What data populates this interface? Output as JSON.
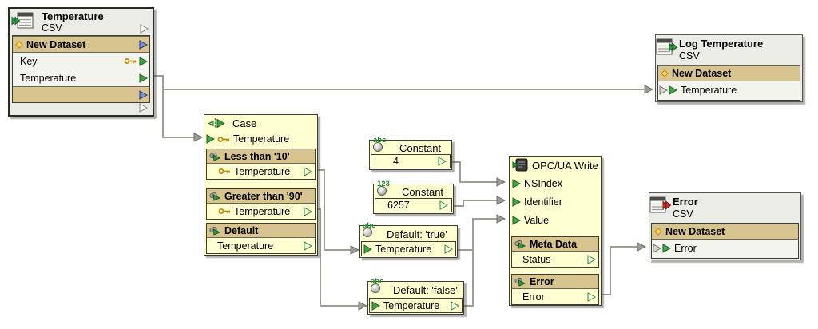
{
  "colors": {
    "canvas_bg": "#ffffff",
    "node_gray_bg": "#ecece7",
    "node_yellow_bg": "#ffffd2",
    "accent_tan": "#d8c48e",
    "port_green": "#44a344",
    "port_blue": "#7b93cf",
    "key_gold": "#c08a10",
    "error_red": "#d63026",
    "wire_gray": "#9d9d96"
  },
  "icons": {
    "string_constant_label": "abc",
    "number_constant_label": "123"
  },
  "nodes": {
    "temperature": {
      "title": "Temperature",
      "subtitle": "CSV",
      "dataset": "New Dataset",
      "key_row": "Key",
      "value_row": "Temperature"
    },
    "log_temperature": {
      "title": "Log Temperature",
      "subtitle": "CSV",
      "dataset": "New Dataset",
      "input_row": "Temperature"
    },
    "error_log": {
      "title": "Error",
      "subtitle": "CSV",
      "dataset": "New Dataset",
      "input_row": "Error"
    },
    "case": {
      "title": "Case",
      "input_row": "Temperature",
      "branches": [
        {
          "header": "Less than '10'",
          "row": "Temperature"
        },
        {
          "header": "Greater than '90'",
          "row": "Temperature"
        },
        {
          "header": "Default",
          "row": "Temperature"
        }
      ]
    },
    "constant_string": {
      "title": "Constant",
      "value": "4"
    },
    "constant_number": {
      "title": "Constant",
      "value": "6257"
    },
    "default_true": {
      "title": "Default: 'true'",
      "row": "Temperature"
    },
    "default_false": {
      "title": "Default: 'false'",
      "row": "Temperature"
    },
    "opcua_write": {
      "title": "OPC/UA Write",
      "inputs": [
        "NSIndex",
        "Identifier",
        "Value"
      ],
      "meta": {
        "header": "Meta Data",
        "row": "Status"
      },
      "error": {
        "header": "Error",
        "row": "Error"
      }
    }
  }
}
